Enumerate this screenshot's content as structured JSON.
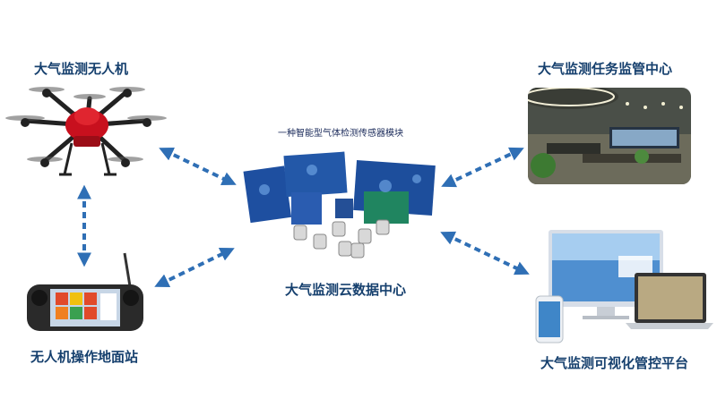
{
  "nodes": {
    "drone": {
      "label": "大气监测无人机",
      "icon": "hexacopter-drone"
    },
    "command_center": {
      "label": "大气监测任务监管中心",
      "icon": "control-room-photo"
    },
    "ground_station": {
      "label": "无人机操作地面站",
      "icon": "handheld-controller"
    },
    "cloud_center": {
      "label": "大气监测云数据中心",
      "icon": "sensor-boards"
    },
    "visual_platform": {
      "label": "大气监测可视化管控平台",
      "icon": "monitor-laptop-phone"
    }
  },
  "sensor_module_title": "一种智能型气体检测传感器模块",
  "colors": {
    "arrow": "#2f6fb5",
    "label": "#16406e",
    "board": "#1e4fa0"
  }
}
